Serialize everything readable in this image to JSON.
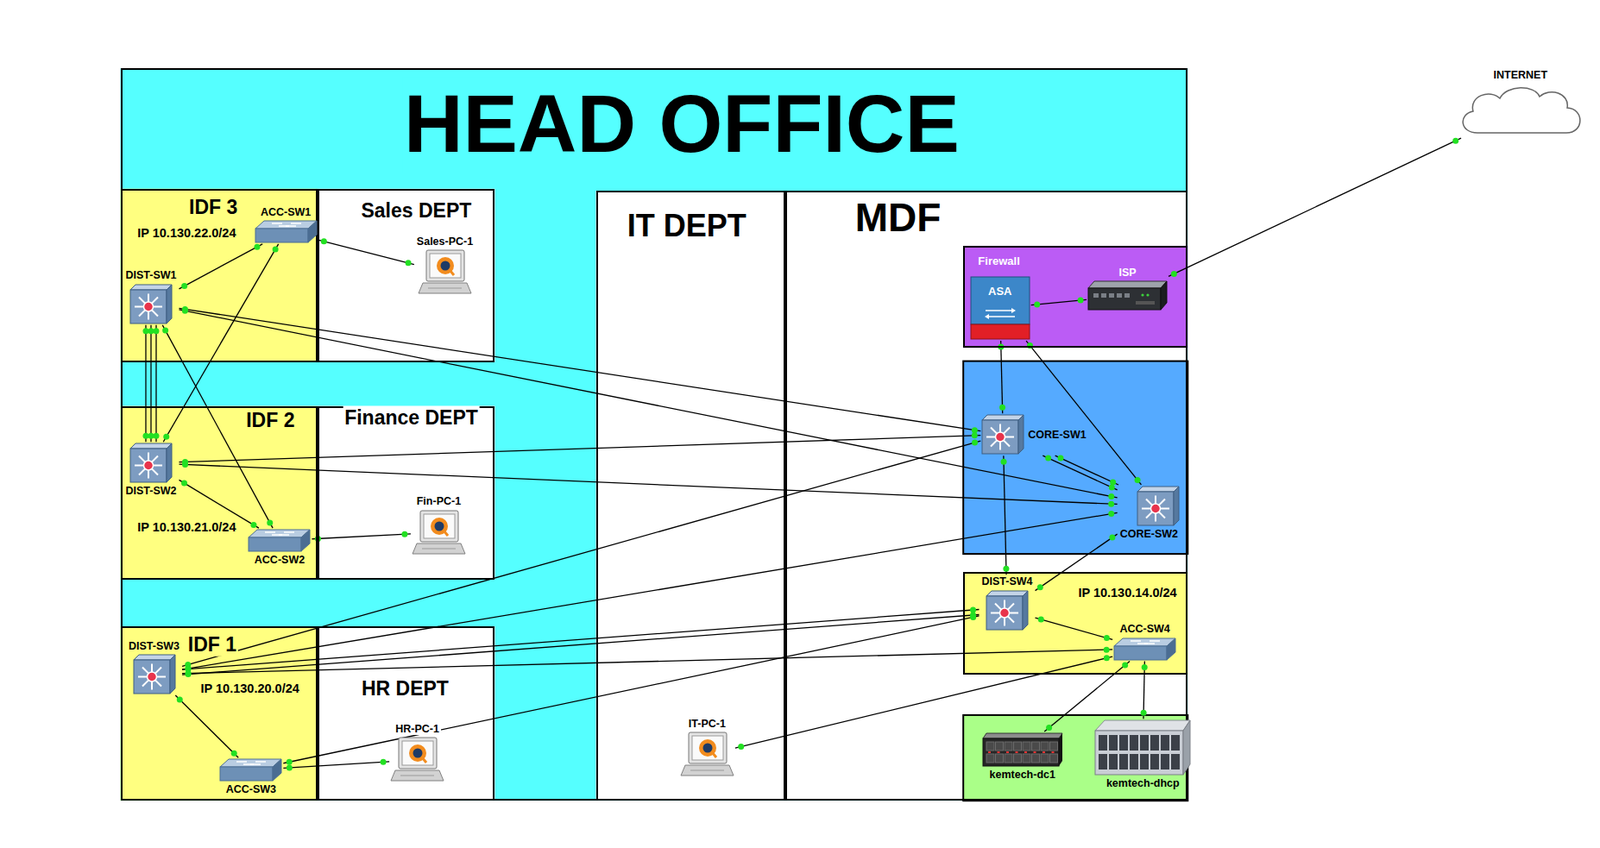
{
  "diagram": {
    "nodes": [
      {
        "text": [
          "HEAD OFFICE"
        ]
      },
      {
        "text": [
          "IDF 3",
          "IP 10.130.22.0/24"
        ],
        "in": 0
      },
      {
        "text": [
          "ACC-SW1"
        ],
        "in": 1
      },
      {
        "text": [
          "DIST-SW1"
        ],
        "in": 1
      },
      {
        "text": [
          "Sales DEPT"
        ],
        "in": 0
      },
      {
        "text": [
          "Sales-PC-1"
        ],
        "in": 4
      },
      {
        "text": [
          "IDF 2",
          "IP 10.130.21.0/24"
        ],
        "in": 0
      },
      {
        "text": [
          "DIST-SW2"
        ],
        "in": 6
      },
      {
        "text": [
          "ACC-SW2"
        ],
        "in": 6
      },
      {
        "text": [
          "Finance DEPT"
        ],
        "in": 0
      },
      {
        "text": [
          "Fin-PC-1"
        ],
        "in": 9
      },
      {
        "text": [
          "IDF 1",
          "IP 10.130.20.0/24"
        ],
        "in": 0
      },
      {
        "text": [
          "DIST-SW3"
        ],
        "in": 11
      },
      {
        "text": [
          "ACC-SW3"
        ],
        "in": 11
      },
      {
        "text": [
          "HR DEPT"
        ],
        "in": 0
      },
      {
        "text": [
          "HR-PC-1"
        ],
        "in": 14
      },
      {
        "text": [
          "IT DEPT"
        ],
        "in": 0
      },
      {
        "text": [
          "IT-PC-1"
        ],
        "in": 16
      },
      {
        "text": [
          "MDF"
        ],
        "in": 0
      },
      {
        "text": [
          "Firewall"
        ],
        "in": 18
      },
      {
        "text": [
          "ASA"
        ],
        "in": 19
      },
      {
        "text": [
          "ISP"
        ],
        "in": 19
      },
      {
        "text": [
          "CORE-SW1"
        ],
        "in": 18
      },
      {
        "text": [
          "CORE-SW2"
        ],
        "in": 18
      },
      {
        "text": [
          "IP 10.130.14.0/24"
        ],
        "in": 18
      },
      {
        "text": [
          "DIST-SW4"
        ],
        "in": 24
      },
      {
        "text": [
          "ACC-SW4"
        ],
        "in": 24
      },
      {
        "text": [
          "kemtech-dc1"
        ],
        "in": 18
      },
      {
        "text": [
          "kemtech-dhcp"
        ],
        "in": 18
      },
      {
        "text": [
          "INTERNET"
        ]
      }
    ],
    "edges": [
      {
        "from": 3,
        "to": 2,
        "arrow": "none"
      },
      {
        "from": 2,
        "to": 5,
        "arrow": "none"
      },
      {
        "from": 3,
        "to": 7,
        "arrow": "none"
      },
      {
        "from": 3,
        "to": 7,
        "arrow": "none"
      },
      {
        "from": 3,
        "to": 7,
        "arrow": "none"
      },
      {
        "from": 3,
        "to": 8,
        "arrow": "none"
      },
      {
        "from": 2,
        "to": 7,
        "arrow": "none"
      },
      {
        "from": 3,
        "to": 22,
        "arrow": "none"
      },
      {
        "from": 3,
        "to": 23,
        "arrow": "none"
      },
      {
        "from": 7,
        "to": 22,
        "arrow": "none"
      },
      {
        "from": 7,
        "to": 23,
        "arrow": "none"
      },
      {
        "from": 7,
        "to": 8,
        "arrow": "none"
      },
      {
        "from": 8,
        "to": 10,
        "arrow": "none"
      },
      {
        "from": 12,
        "to": 22,
        "arrow": "none"
      },
      {
        "from": 12,
        "to": 23,
        "arrow": "none"
      },
      {
        "from": 12,
        "to": 25,
        "arrow": "none"
      },
      {
        "from": 12,
        "to": 25,
        "arrow": "none"
      },
      {
        "from": 12,
        "to": 26,
        "arrow": "none"
      },
      {
        "from": 12,
        "to": 13,
        "arrow": "none"
      },
      {
        "from": 13,
        "to": 15,
        "arrow": "none"
      },
      {
        "from": 13,
        "to": 25,
        "arrow": "none"
      },
      {
        "from": 17,
        "to": 26,
        "arrow": "none"
      },
      {
        "from": 20,
        "to": 21,
        "arrow": "none"
      },
      {
        "from": 21,
        "to": 29,
        "arrow": "none"
      },
      {
        "from": 20,
        "to": 22,
        "arrow": "none"
      },
      {
        "from": 20,
        "to": 23,
        "arrow": "none"
      },
      {
        "from": 22,
        "to": 23,
        "arrow": "none"
      },
      {
        "from": 22,
        "to": 23,
        "arrow": "none"
      },
      {
        "from": 22,
        "to": 25,
        "arrow": "none"
      },
      {
        "from": 23,
        "to": 25,
        "arrow": "none"
      },
      {
        "from": 25,
        "to": 26,
        "arrow": "none"
      },
      {
        "from": 26,
        "to": 27,
        "arrow": "none"
      },
      {
        "from": 26,
        "to": 28,
        "arrow": "none"
      }
    ]
  }
}
